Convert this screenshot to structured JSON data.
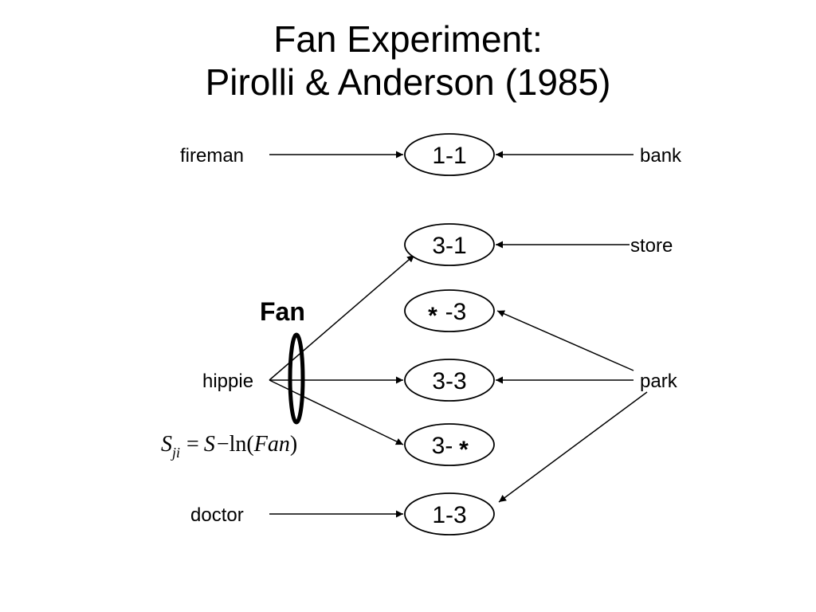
{
  "title": {
    "line1": "Fan Experiment:",
    "line2": "Pirolli & Anderson (1985)"
  },
  "labels": {
    "fireman": "fireman",
    "bank": "bank",
    "store": "store",
    "hippie": "hippie",
    "park": "park",
    "doctor": "doctor",
    "fan": "Fan"
  },
  "nodes": {
    "n11": "1-1",
    "n31": "3-1",
    "nx3": "-3",
    "n33": "3-3",
    "n3x": "3-",
    "n13": "1-3",
    "star": "*"
  },
  "formula": {
    "S1": "S",
    "sub": "ji",
    "eq": "=",
    "S2": "S",
    "minus": "−",
    "ln": "ln(",
    "fan": "Fan",
    "close": ")"
  }
}
